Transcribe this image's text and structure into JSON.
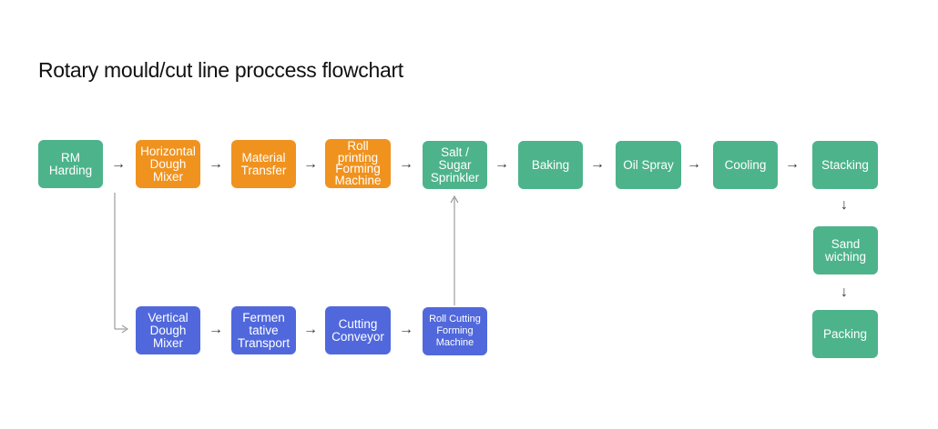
{
  "title": "Rotary mould/cut line proccess flowchart",
  "arrow_glyphs": {
    "right": "→",
    "down": "↓"
  },
  "colors": {
    "green": "#4db38b",
    "orange": "#f0921e",
    "blue": "#5068dc",
    "connector": "#888888"
  },
  "nodes": {
    "rm_harding": "RM\nHarding",
    "horizontal_dough_mixer": "Horizontal\nDough\nMixer",
    "material_transfer": "Material\nTransfer",
    "roll_printing_forming_machine": "Roll\nprinting\nForming\nMachine",
    "salt_sugar_sprinkler": "Salt / Sugar\nSprinkler",
    "baking": "Baking",
    "oil_spray": "Oil Spray",
    "cooling": "Cooling",
    "stacking": "Stacking",
    "sandwiching": "Sand\nwiching",
    "packing": "Packing",
    "vertical_dough_mixer": "Vertical\nDough\nMixer",
    "fermentative_transport": "Fermen\ntative\nTransport",
    "cutting_conveyor": "Cutting\nConveyor",
    "roll_cutting_forming_machine": "Roll Cutting\nForming\nMachine"
  }
}
